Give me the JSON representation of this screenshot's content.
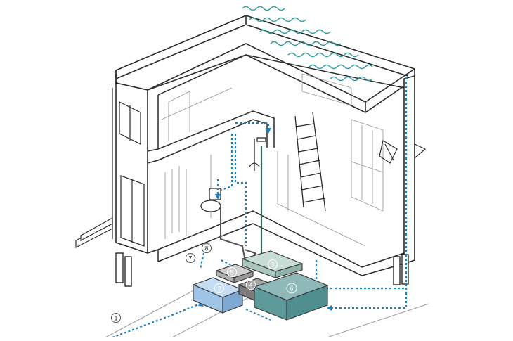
{
  "diagram": {
    "colors": {
      "outline": "#2b2b2b",
      "fine": "#9a9a9a",
      "grey_pipe": "#555555",
      "green_pipe": "#2f6b57",
      "blue_flow": "#1f7fb8",
      "rain": "#2a9a9a",
      "tank_light_blue": "#9fc4e6",
      "tank_grey": "#bdbdbd",
      "tank_sage": "#a9c7bf",
      "tank_dark_grey": "#7c7c7c",
      "tank_teal": "#4f8f8f"
    },
    "labels": {
      "n1": "1",
      "n2": "2",
      "n3": "3",
      "n4": "4",
      "n5": "5",
      "n6": "6",
      "n7": "7",
      "n8": "8"
    }
  }
}
